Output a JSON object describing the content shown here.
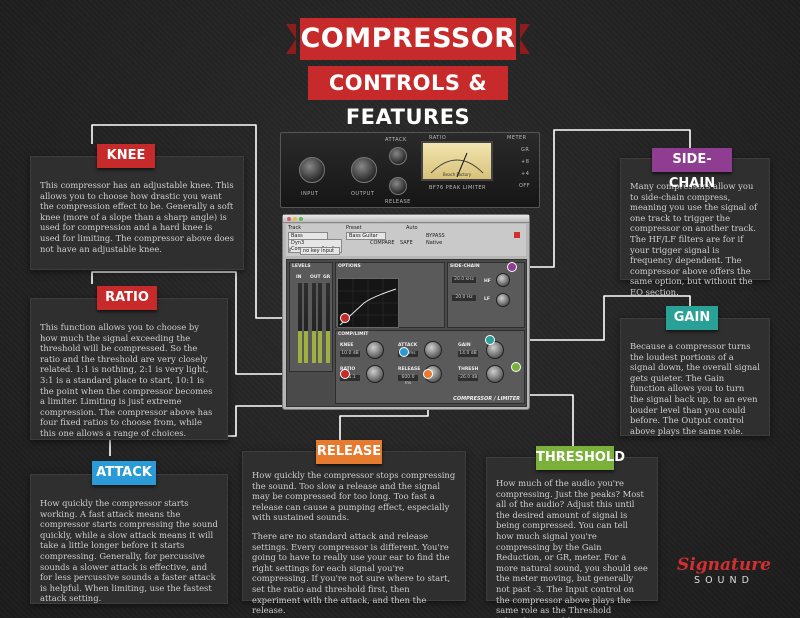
{
  "title": {
    "line1": "COMPRESSOR",
    "line2": "CONTROLS & FEATURES"
  },
  "colors": {
    "knee": "#c62a2a",
    "ratio": "#c62a2a",
    "attack": "#2a9bd6",
    "release": "#e67a2e",
    "threshold": "#7bb13a",
    "gain": "#2aa197",
    "sidechain": "#8e3d91"
  },
  "sections": {
    "knee": {
      "label": "KNEE",
      "text": "This compressor has an adjustable knee. This allows you to choose how drastic you want the compression effect to be. Generally a soft knee (more of a slope than a sharp angle) is used for compression and a hard knee is used for limiting. The compressor above does not have an adjustable knee."
    },
    "ratio": {
      "label": "RATIO",
      "text": "This function allows you to choose by how much the signal exceeding the threshold will be compressed. So the ratio and the threshold are very closely related. 1:1 is nothing, 2:1 is very light, 3:1 is a standard place to start, 10:1 is the point when the compressor becomes a limiter. Limiting is just extreme compression. The compressor above has four fixed ratios to choose from, while this one allows a range of choices."
    },
    "attack": {
      "label": "ATTACK",
      "text": "How quickly the compressor starts working. A fast attack means the compressor starts compressing the sound quickly, while a slow attack means it will take a little longer before it starts compressing. Generally, for percussive sounds a slower attack is effective, and for less percussive sounds a faster attack is helpful. When limiting, use the fastest attack setting."
    },
    "release": {
      "label": "RELEASE",
      "text1": "How quickly the compressor stops compressing the sound. Too slow a release and the signal may be compressed for too long. Too fast a release can cause a pumping effect, especially with sustained sounds.",
      "text2": "There are no standard attack and release settings. Every compressor is different. You're going to have to really use your ear to find the right settings for each signal you're compressing. If you're not sure where to start, set the ratio and threshold first, then experiment with the attack, and then the release."
    },
    "threshold": {
      "label": "THRESHOLD",
      "text": "How much of the audio you're compressing. Just the peaks? Most all of the audio? Adjust this until the desired amount of signal is being compressed. You can tell how much signal you're compressing by the Gain Reduction, or GR, meter. For a more natural sound, you should see the meter moving, but generally not past -3. The Input control on the compressor above plays the same role as the Threshold (Thresh) control here."
    },
    "gain": {
      "label": "GAIN",
      "text": "Because a compressor turns the loudest portions of a signal down, the overall signal gets quieter. The Gain function allows you to turn the signal back up, to an even louder level than you could before. The Output control above plays the same role."
    },
    "sidechain": {
      "label": "SIDE-CHAIN",
      "text": "Many compressors allow you to side-chain compress, meaning you use the signal of one track to trigger the compressor on another track. The HF/LF filters are for if your trigger signal is frequency dependent. The compressor above offers the same option, but without the EQ section."
    }
  },
  "hardware": {
    "input": "INPUT",
    "output": "OUTPUT",
    "attack": "ATTACK",
    "release": "RELEASE",
    "ratio": "RATIO",
    "meter": "METER",
    "vu_brand": "Beach Factory",
    "model": "BF76 PEAK LIMITER",
    "meter_options": [
      "GR",
      "+8",
      "+4",
      "OFF"
    ]
  },
  "plugin": {
    "track_label": "Track",
    "preset_label": "Preset",
    "auto_label": "Auto",
    "track_value": "Bass",
    "preset_value": "Bass Guitar",
    "insert_name": "Dyn3 Compressor/Limiter",
    "compare": "COMPARE",
    "safe": "SAFE",
    "bypass": "BYPASS",
    "native": "Native",
    "key_input": "no key input",
    "levels": "LEVELS",
    "options": "OPTIONS",
    "side_chain": "SIDE-CHAIN",
    "in": "IN",
    "out": "OUT",
    "gr": "GR",
    "comp_limit": "COMP/LIMIT",
    "knee": "KNEE",
    "knee_value": "10.0 dB",
    "attack": "ATTACK",
    "attack_value": "7.0 ms",
    "gain": "GAIN",
    "gain_value": "14.0 dB",
    "ratio": "RATIO",
    "ratio_value": "2.5:1",
    "release": "RELEASE",
    "release_value": "600.0 ms",
    "thresh": "THRESH",
    "thresh_value": "-26.0 dB",
    "hf": "HF",
    "hf_value": "20.0 kHz",
    "lf": "LF",
    "lf_value": "20.0 Hz",
    "brand": "COMPRESSOR / LIMITER"
  },
  "logo": {
    "line1": "Signature",
    "line2": "SOUND"
  }
}
